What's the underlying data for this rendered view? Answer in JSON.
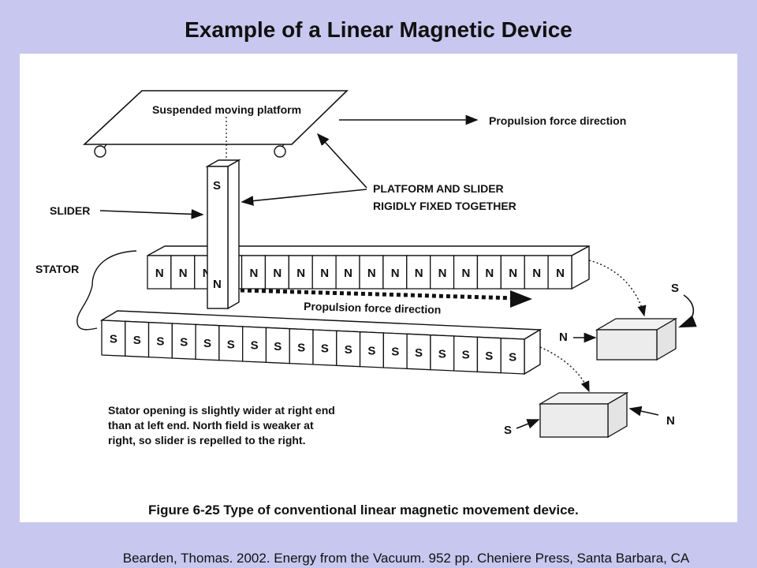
{
  "title": "Example of a Linear Magnetic Device",
  "citation": "Bearden, Thomas. 2002. Energy from the Vacuum. 952 pp. Cheniere Press, Santa Barbara, CA",
  "diagram": {
    "platform_label": "Suspended moving platform",
    "propulsion_label_top": "Propulsion force direction",
    "fixed_label_line1": "PLATFORM AND SLIDER",
    "fixed_label_line2": "RIGIDLY FIXED TOGETHER",
    "slider_label": "SLIDER",
    "stator_label": "STATOR",
    "propulsion_label_mid": "Propulsion force direction",
    "slider_top_pole": "S",
    "slider_bottom_pole": "N",
    "upper_row_pole": "N",
    "lower_row_pole": "S",
    "upper_row_count": 18,
    "lower_row_count": 18,
    "note_line1": "Stator opening is slightly wider at right end",
    "note_line2": "than at left end.  North field is weaker at",
    "note_line3": "right, so slider is repelled to the right.",
    "box_top_s": "S",
    "box_top_n": "N",
    "box_bottom_s": "S",
    "box_bottom_n": "N",
    "figure_caption": "Figure 6-25   Type of conventional linear magnetic movement device."
  },
  "colors": {
    "background": "#c7c7ef",
    "panel": "#ffffff",
    "ink": "#111111"
  }
}
